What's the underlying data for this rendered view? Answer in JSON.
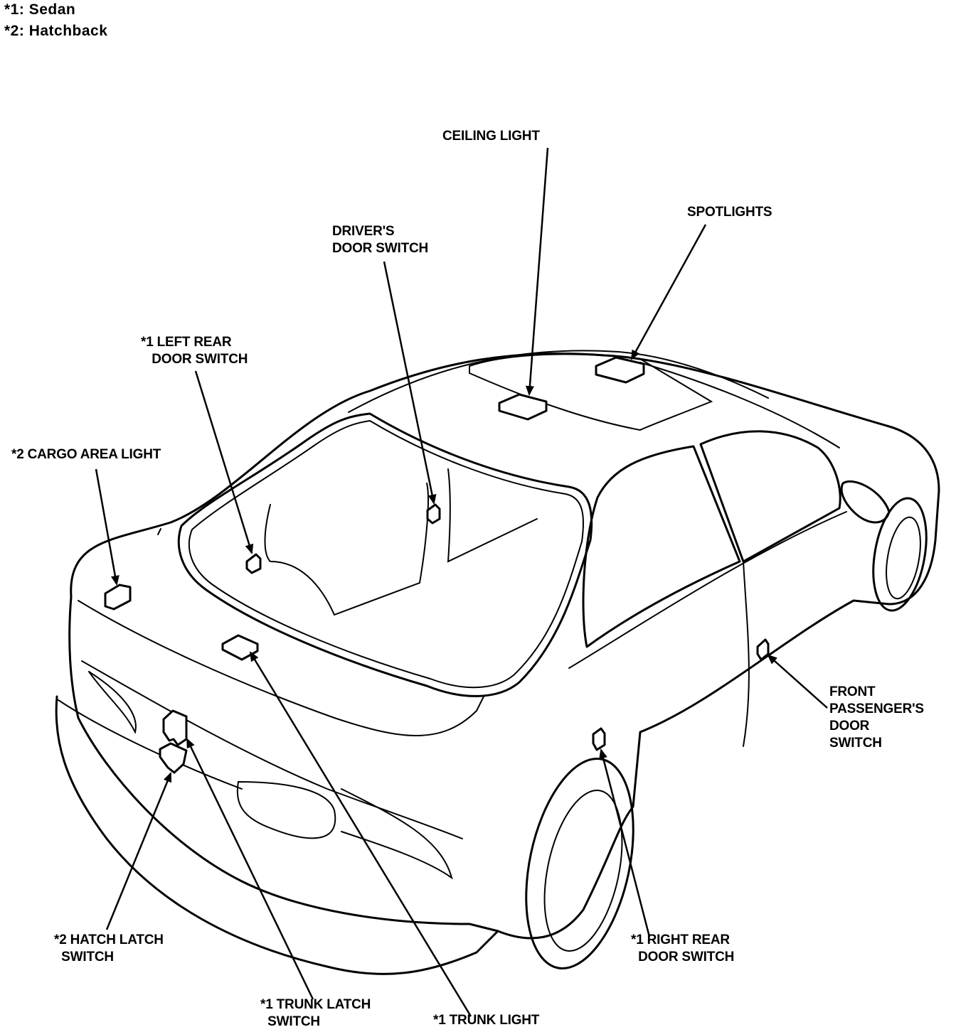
{
  "legend": [
    {
      "key": "*1:",
      "value": "Sedan"
    },
    {
      "key": "*2:",
      "value": "Hatchback"
    }
  ],
  "callouts": {
    "ceiling_light": "CEILING LIGHT",
    "spotlights": "SPOTLIGHTS",
    "drivers_door_switch": "DRIVER'S\nDOOR SWITCH",
    "left_rear_door_switch": "*1 LEFT REAR\n   DOOR SWITCH",
    "cargo_area_light": "*2 CARGO AREA LIGHT",
    "front_passengers_door_switch": "FRONT\nPASSENGER'S\nDOOR\nSWITCH",
    "hatch_latch_switch": "*2 HATCH LATCH\n  SWITCH",
    "right_rear_door_switch": "*1 RIGHT REAR\n  DOOR SWITCH",
    "trunk_latch_switch": "*1 TRUNK LATCH\n  SWITCH",
    "trunk_light": "*1 TRUNK LIGHT"
  }
}
